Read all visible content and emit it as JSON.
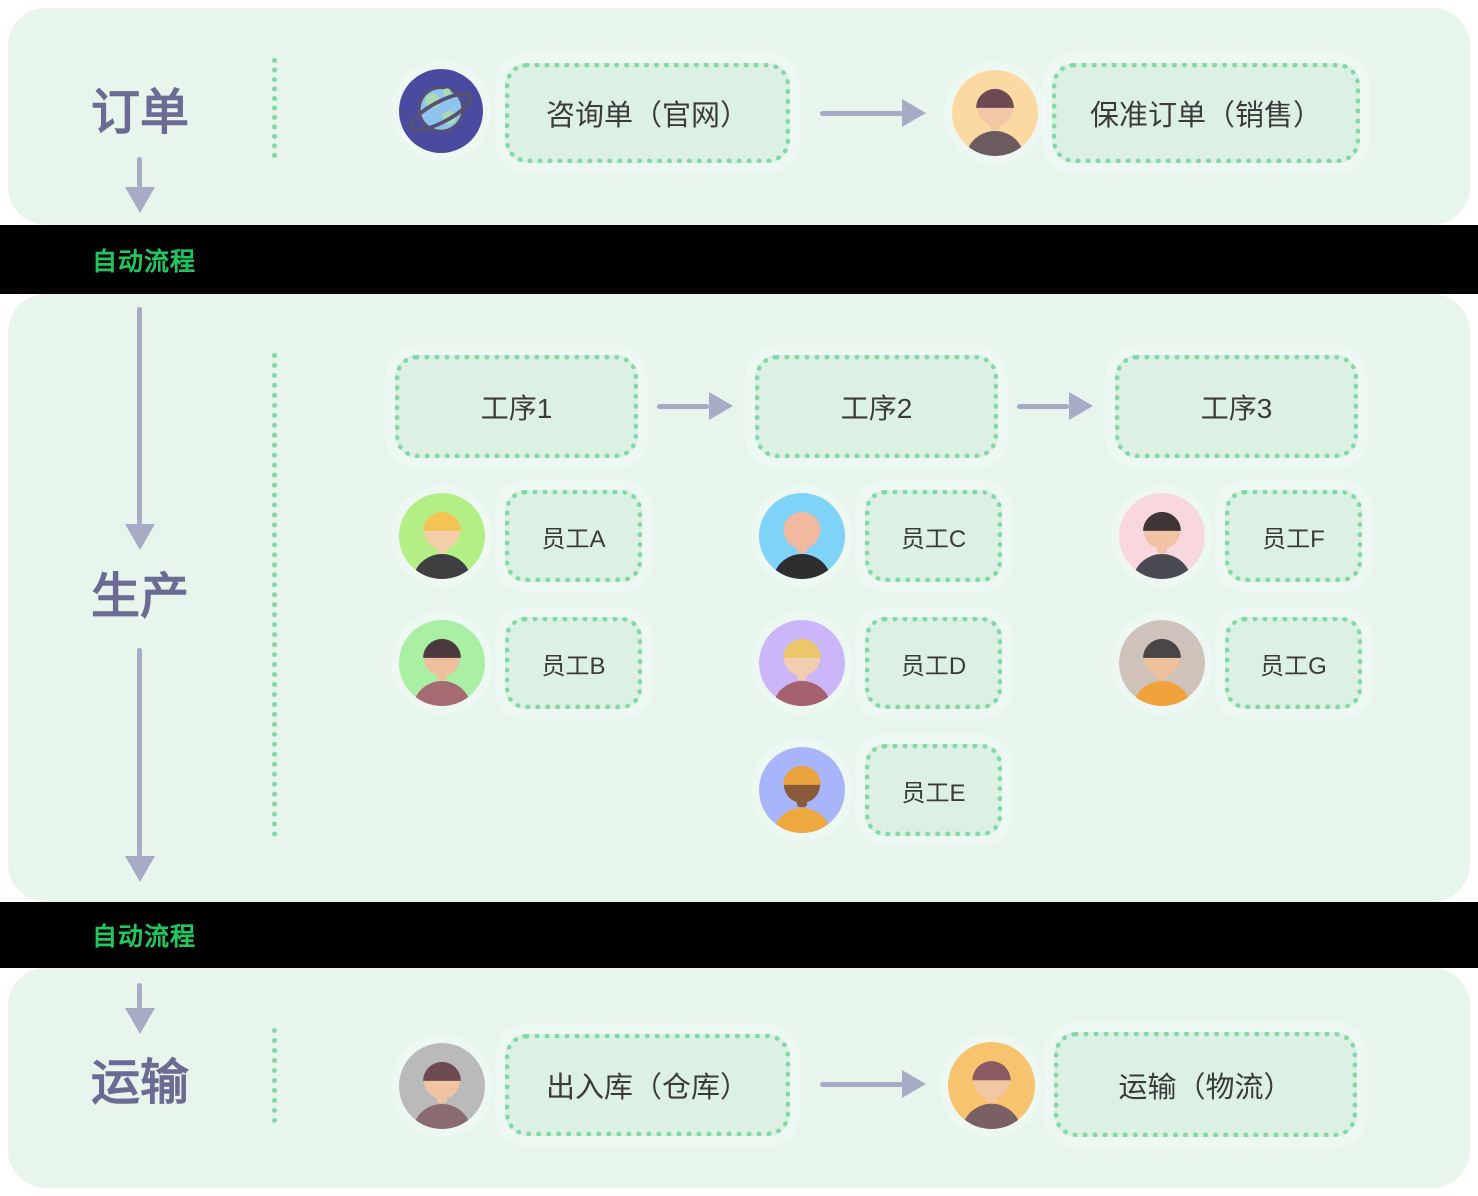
{
  "colors": {
    "page_bg": "#ffffff",
    "section_bg": "#e7f5ec",
    "band_bg": "#000000",
    "band_text": "#1fc75f",
    "stage_text": "#6b6b94",
    "arrow": "#a8abc6",
    "dot_border": "#82d9a8",
    "box_fill": "#dcf0e3",
    "box_text": "#3b3b3b"
  },
  "bands": {
    "label": "自动流程"
  },
  "order": {
    "stage_label": "订单",
    "source_box": "咨询单（官网）",
    "target_box": "保准订单（销售）",
    "globe": {
      "bg": "#4a4aa0",
      "sea": "#8ec4ee",
      "land": "#a8dcb0",
      "outline": "#585272"
    },
    "sales_avatar": {
      "bg": "#fcd9a2",
      "skin": "#f2c7a5",
      "hair": "#6e4a52",
      "shirt": "#6b5a5e"
    }
  },
  "production": {
    "stage_label": "生产",
    "processes": [
      {
        "label": "工序1",
        "employees": [
          {
            "name": "员工A",
            "avatar": {
              "bg": "#b4ef86",
              "skin": "#f5cfa9",
              "hair": "#f3c353",
              "shirt": "#3f3f41"
            }
          },
          {
            "name": "员工B",
            "avatar": {
              "bg": "#a9efa4",
              "skin": "#f0c09e",
              "hair": "#4a3a3e",
              "shirt": "#a56b72"
            }
          }
        ]
      },
      {
        "label": "工序2",
        "employees": [
          {
            "name": "员工C",
            "avatar": {
              "bg": "#7fd2f8",
              "skin": "#f0b9a0",
              "hair": "#f0b9a0",
              "shirt": "#2e2e30"
            }
          },
          {
            "name": "员工D",
            "avatar": {
              "bg": "#cbb6fa",
              "skin": "#f3cdb0",
              "hair": "#ecc76a",
              "shirt": "#a4606d"
            }
          },
          {
            "name": "员工E",
            "avatar": {
              "bg": "#a9b5fb",
              "skin": "#8a5a3b",
              "hair": "#e8a33d",
              "shirt": "#eda83f"
            }
          }
        ]
      },
      {
        "label": "工序3",
        "employees": [
          {
            "name": "员工F",
            "avatar": {
              "bg": "#f8d8de",
              "skin": "#efc3a4",
              "hair": "#3f3436",
              "shirt": "#4a4a52"
            }
          },
          {
            "name": "员工G",
            "avatar": {
              "bg": "#cfc2ba",
              "skin": "#edc19e",
              "hair": "#4a4547",
              "shirt": "#f0a23c"
            }
          }
        ]
      }
    ]
  },
  "transport": {
    "stage_label": "运输",
    "source_box": "出入库（仓库）",
    "target_box": "运输（物流）",
    "warehouse_avatar": {
      "bg": "#bababa",
      "skin": "#f0c3a2",
      "hair": "#6e4a52",
      "shirt": "#8a6b70"
    },
    "logistics_avatar": {
      "bg": "#f7c36e",
      "skin": "#f2c7a5",
      "hair": "#8a5a62",
      "shirt": "#7a5f63"
    }
  }
}
